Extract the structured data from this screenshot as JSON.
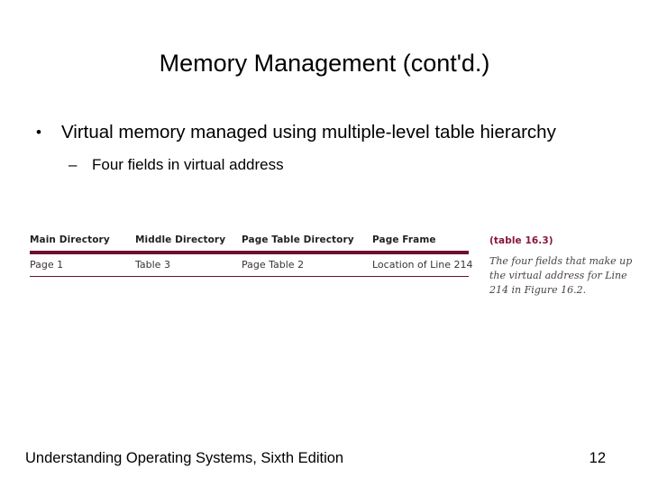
{
  "slide": {
    "title": "Memory Management (cont'd.)",
    "bullets": [
      {
        "marker": "•",
        "text": "Virtual memory managed using multiple-level table hierarchy",
        "level": 1
      },
      {
        "marker": "–",
        "text": "Four fields in virtual address",
        "level": 2
      }
    ]
  },
  "figure": {
    "headers": [
      "Main Directory",
      "Middle Directory",
      "Page Table Directory",
      "Page Frame"
    ],
    "row": [
      "Page 1",
      "Table 3",
      "Page Table 2",
      "Location of Line 214"
    ],
    "caption_label": "(table 16.3)",
    "caption_text": "The four fields that make up the virtual address for Line 214 in Figure 16.2.",
    "rule_color": "#6d0f33",
    "label_color": "#8a1538"
  },
  "footer": {
    "title": "Understanding Operating Systems, Sixth Edition",
    "page_number": "12"
  }
}
